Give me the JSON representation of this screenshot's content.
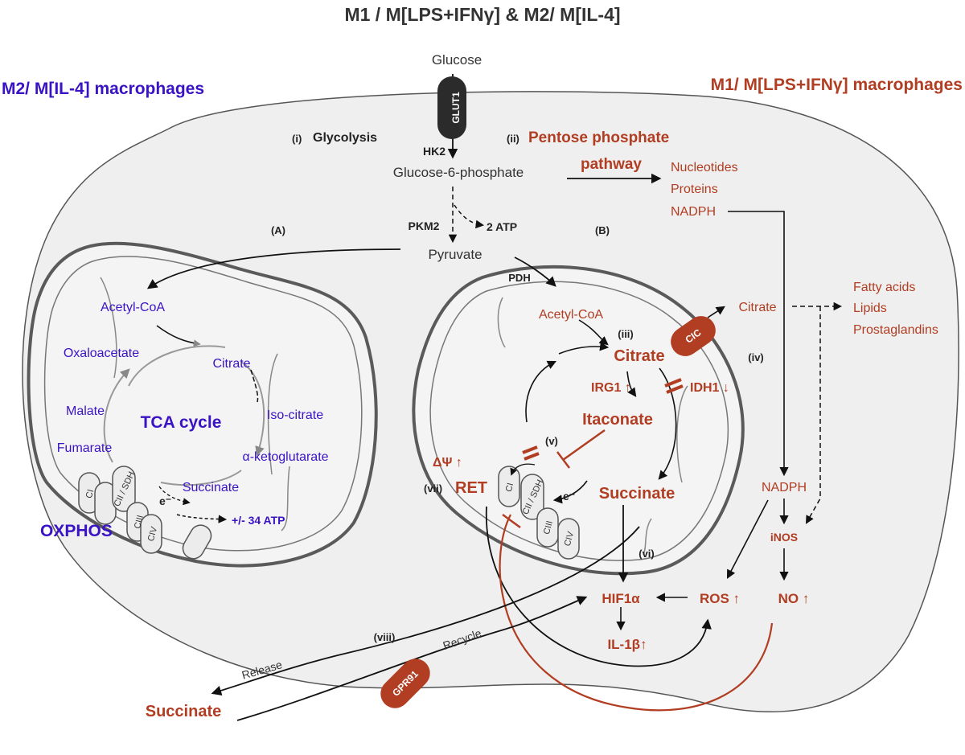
{
  "header": {
    "title": "M1 / M[LPS+IFNγ]  & M2/ M[IL-4]",
    "m2_label": "M2/ M[IL-4] macrophages",
    "m1_label": "M1/ M[LPS+IFNγ] macrophages"
  },
  "colors": {
    "m2": "#3a13c4",
    "m1": "#b13d22",
    "cell_fill": "#efefef",
    "membrane_dark": "#555555",
    "text_dark": "#222222"
  },
  "glycolysis": {
    "glucose": "Glucose",
    "transporter": "GLUT1",
    "step_i": "(i)",
    "step_i_label": "Glycolysis",
    "hk2": "HK2",
    "g6p": "Glucose-6-phosphate",
    "pkm2": "PKM2",
    "atp": "2 ATP",
    "pyruvate": "Pyruvate",
    "branch_a": "(A)",
    "branch_b": "(B)",
    "pdh": "PDH"
  },
  "ppp": {
    "step_ii": "(ii)",
    "title_line1": "Pentose phosphate",
    "title_line2": "pathway",
    "products": [
      "Nucleotides",
      "Proteins",
      "NADPH"
    ]
  },
  "m2_mito": {
    "acetyl_coa": "Acetyl-CoA",
    "oxaloacetate": "Oxaloacetate",
    "citrate": "Citrate",
    "malate": "Malate",
    "tca": "TCA cycle",
    "isocitrate": "Iso-citrate",
    "fumarate": "Fumarate",
    "akg": "α-ketoglutarate",
    "succinate": "Succinate",
    "electron": "e⁻",
    "atp": "+/-  34 ATP",
    "oxphos": "OXPHOS",
    "complexes": [
      "CI",
      "CII / SDH",
      "CIII",
      "CIV"
    ]
  },
  "m1_mito": {
    "acetyl_coa": "Acetyl-CoA",
    "step_iii": "(iii)",
    "citrate": "Citrate",
    "irg1": "IRG1 ↑",
    "idh1": "IDH1  ↓",
    "itaconate": "Itaconate",
    "step_v": "(v)",
    "delta_psi": "ΔΨ ↑",
    "step_vii": "(vii)",
    "ret": "RET",
    "succinate": "Succinate",
    "electron": "e⁻",
    "step_vi": "(vi)",
    "cic": "CIC",
    "complexes": [
      "CI",
      "CII / SDH",
      "CIII",
      "CIV"
    ]
  },
  "m1_cytosol": {
    "citrate": "Citrate",
    "products": [
      "Fatty acids",
      "Lipids",
      "Prostaglandins"
    ],
    "step_iv": "(iv)",
    "nadph": "NADPH",
    "inos": "iNOS",
    "ros": "ROS ↑",
    "no": "NO ↑",
    "hif": "HIF1α",
    "il1b": "IL-1β↑"
  },
  "extracellular": {
    "step_viii": "(viii)",
    "release": "Release",
    "recycle": "Recycle",
    "receptor": "GPR91",
    "succinate": "Succinate"
  }
}
